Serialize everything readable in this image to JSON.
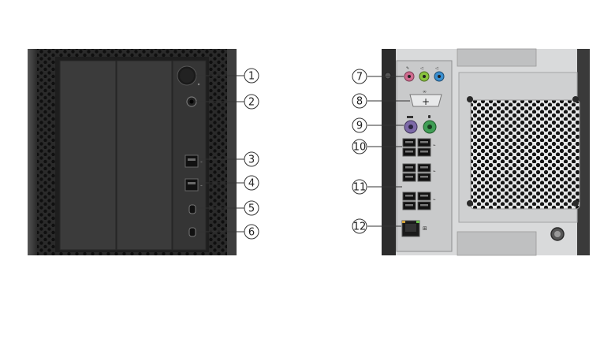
{
  "callouts": {
    "c1": "1",
    "c2": "2",
    "c3": "3",
    "c4": "4",
    "c5": "5",
    "c6": "6",
    "c7": "7",
    "c8": "8",
    "c9": "9",
    "c10": "10",
    "c11": "11",
    "c12": "12"
  },
  "colors": {
    "chassis_dark": "#2b2b2b",
    "panel": "#3a3a3a",
    "mesh_hole": "#1a1a1a",
    "rear_chassis": "#d9dadb",
    "io_plate": "#c9cacb",
    "audio_pink": "#d06b8f",
    "audio_green": "#8ac43f",
    "audio_blue": "#3a8fd0",
    "ps2_purple": "#7d6aa8",
    "ps2_green": "#3f9e55"
  }
}
